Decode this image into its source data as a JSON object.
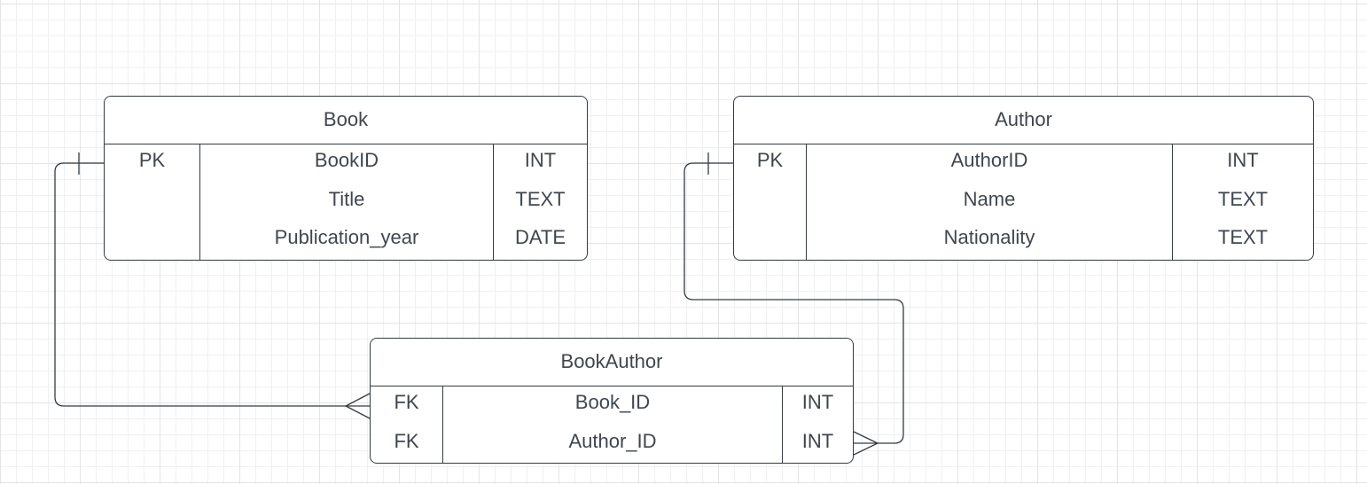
{
  "diagram": {
    "entities": [
      {
        "id": "book",
        "title": "Book",
        "rows": [
          {
            "key": "PK",
            "name": "BookID",
            "type": "INT"
          },
          {
            "key": "",
            "name": "Title",
            "type": "TEXT"
          },
          {
            "key": "",
            "name": "Publication_year",
            "type": "DATE"
          }
        ]
      },
      {
        "id": "author",
        "title": "Author",
        "rows": [
          {
            "key": "PK",
            "name": "AuthorID",
            "type": "INT"
          },
          {
            "key": "",
            "name": "Name",
            "type": "TEXT"
          },
          {
            "key": "",
            "name": "Nationality",
            "type": "TEXT"
          }
        ]
      },
      {
        "id": "bookauthor",
        "title": "BookAuthor",
        "rows": [
          {
            "key": "FK",
            "name": "Book_ID",
            "type": "INT"
          },
          {
            "key": "FK",
            "name": "Author_ID",
            "type": "INT"
          }
        ]
      }
    ],
    "relationships": [
      {
        "from": "Book.BookID",
        "from_cardinality": "one",
        "to": "BookAuthor.Book_ID",
        "to_cardinality": "many"
      },
      {
        "from": "Author.AuthorID",
        "from_cardinality": "one",
        "to": "BookAuthor.Author_ID",
        "to_cardinality": "many"
      }
    ],
    "colors": {
      "line": "#333a40",
      "text": "#3f4650",
      "grid": "#eef0f2",
      "background": "#ffffff"
    }
  }
}
